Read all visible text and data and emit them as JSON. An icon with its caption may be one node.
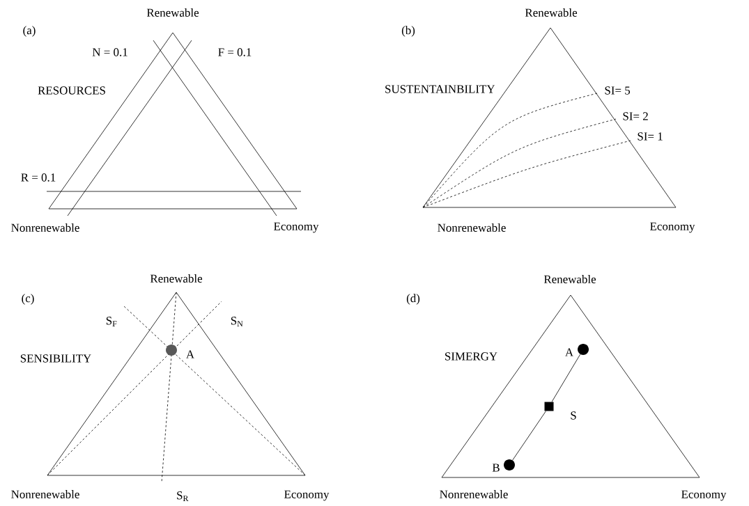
{
  "diagram": {
    "nodes": [
      {
        "text": [],
        "shape": "circle",
        "beside": [
          "A"
        ]
      },
      {
        "text": [],
        "shape": "circle",
        "beside": [
          "A"
        ]
      },
      {
        "text": [],
        "shape": "box",
        "beside": [
          "S"
        ]
      },
      {
        "text": [],
        "shape": "circle",
        "beside": [
          "B"
        ]
      }
    ],
    "edges": [
      {
        "from": 1,
        "to": 2,
        "arrow": "none"
      },
      {
        "from": 2,
        "to": 3,
        "arrow": "none"
      }
    ],
    "labels": [
      "Renewable",
      "(a)",
      "N = 0.1",
      "F = 0.1",
      "RESOURCES",
      "R = 0.1",
      "Nonrenewable",
      "Economy",
      "Renewable",
      "(b)",
      "SUSTENTAINBILITY",
      "SI= 5",
      "SI= 2",
      "SI= 1",
      "Nonrenewable",
      "Economy",
      "Renewable",
      "(c)",
      "S$_{F}$",
      "S$_{N}$",
      "SENSIBILITY",
      "Nonrenewable",
      "S$_{R}$",
      "Economy",
      "Renewable",
      "(d)",
      "SIMERGY",
      "Nonrenewable",
      "Economy"
    ]
  }
}
